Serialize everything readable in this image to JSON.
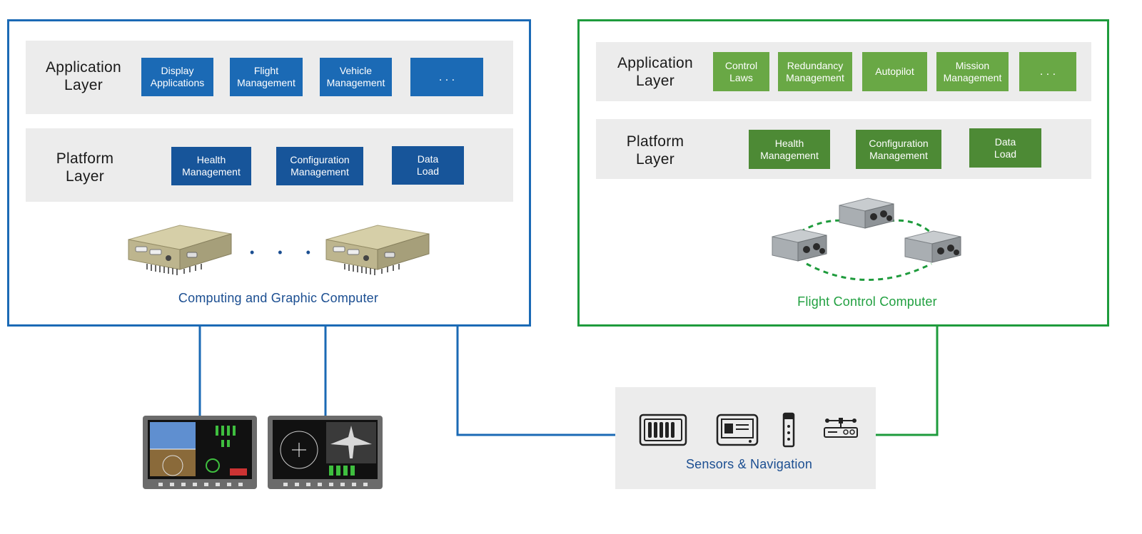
{
  "left_computer": {
    "application_layer": {
      "title_line1": "Application",
      "title_line2": "Layer"
    },
    "app_boxes": [
      {
        "line1": "Display",
        "line2": "Applications"
      },
      {
        "line1": "Flight",
        "line2": "Management"
      },
      {
        "line1": "Vehicle",
        "line2": "Management"
      },
      {
        "line1": ". . .",
        "line2": ""
      }
    ],
    "platform_layer": {
      "title_line1": "Platform",
      "title_line2": "Layer"
    },
    "platform_boxes": [
      {
        "line1": "Health",
        "line2": "Management"
      },
      {
        "line1": "Configuration",
        "line2": "Management"
      },
      {
        "line1": "Data",
        "line2": "Load"
      }
    ],
    "ellipsis": "• • •",
    "caption": "Computing and Graphic Computer"
  },
  "right_computer": {
    "application_layer": {
      "title_line1": "Application",
      "title_line2": "Layer"
    },
    "app_boxes": [
      {
        "line1": "Control",
        "line2": "Laws"
      },
      {
        "line1": "Redundancy",
        "line2": "Management"
      },
      {
        "line1": "Autopilot",
        "line2": ""
      },
      {
        "line1": "Mission",
        "line2": "Management"
      },
      {
        "line1": ". . .",
        "line2": ""
      }
    ],
    "platform_layer": {
      "title_line1": "Platform",
      "title_line2": "Layer"
    },
    "platform_boxes": [
      {
        "line1": "Health",
        "line2": "Management"
      },
      {
        "line1": "Configuration",
        "line2": "Management"
      },
      {
        "line1": "Data",
        "line2": "Load"
      }
    ],
    "caption": "Flight Control Computer"
  },
  "sensors": {
    "caption": "Sensors & Navigation"
  },
  "colors": {
    "blue_border": "#1b6ab5",
    "green_border": "#1e9b3c",
    "blue_app": "#1b6ab5",
    "blue_platform": "#17559a",
    "green_app": "#69a845",
    "green_platform": "#4d8a35",
    "band_gray": "#ececec"
  }
}
